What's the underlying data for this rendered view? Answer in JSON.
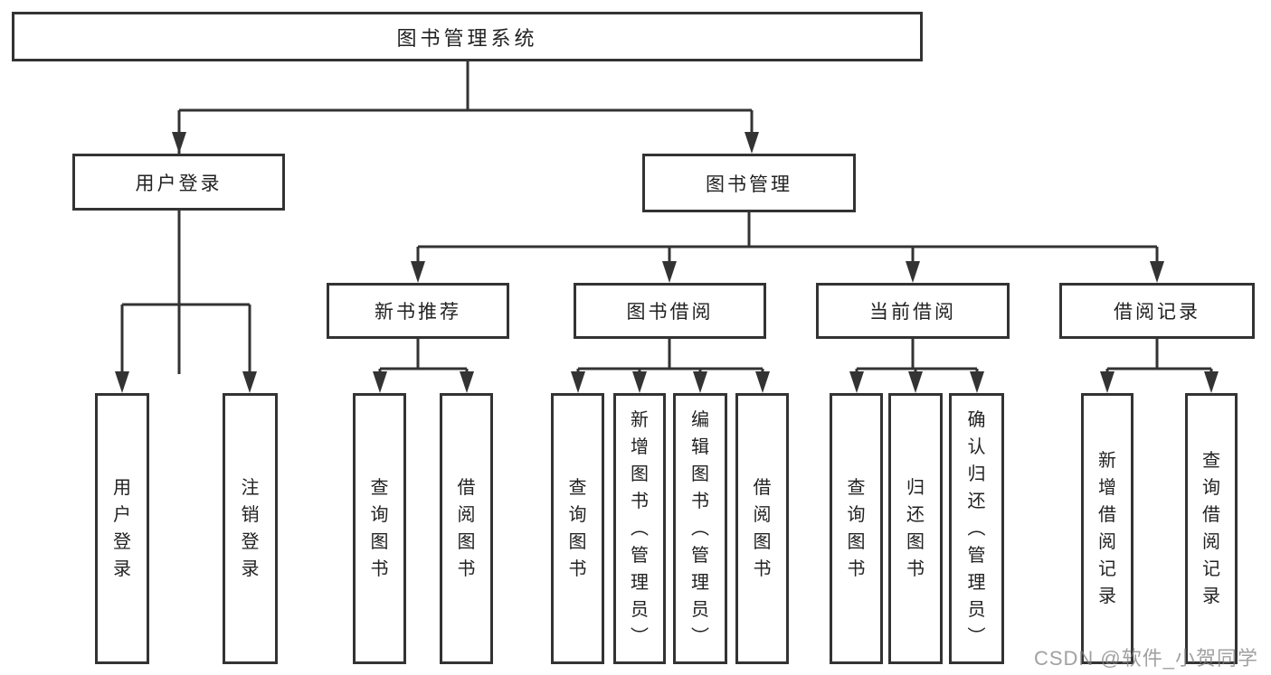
{
  "tree": {
    "label": "图书管理系统",
    "children": [
      {
        "label": "用户登录",
        "children": [
          {
            "label": "用户登录"
          },
          {
            "label": "注销登录"
          }
        ]
      },
      {
        "label": "图书管理",
        "children": [
          {
            "label": "新书推荐",
            "children": [
              {
                "label": "查询图书"
              },
              {
                "label": "借阅图书"
              }
            ]
          },
          {
            "label": "图书借阅",
            "children": [
              {
                "label": "查询图书"
              },
              {
                "label": "新增图书（管理员）"
              },
              {
                "label": "编辑图书（管理员）"
              },
              {
                "label": "借阅图书"
              }
            ]
          },
          {
            "label": "当前借阅",
            "children": [
              {
                "label": "查询图书"
              },
              {
                "label": "归还图书"
              },
              {
                "label": "确认归还（管理员）"
              }
            ]
          },
          {
            "label": "借阅记录",
            "children": [
              {
                "label": "新增借阅记录"
              },
              {
                "label": "查询借阅记录"
              }
            ]
          }
        ]
      }
    ]
  },
  "watermark": "CSDN @软件_小贺同学",
  "colors": {
    "line": "#333333",
    "box_background": "#ffffff",
    "text": "#222222",
    "watermark": "#828282"
  }
}
